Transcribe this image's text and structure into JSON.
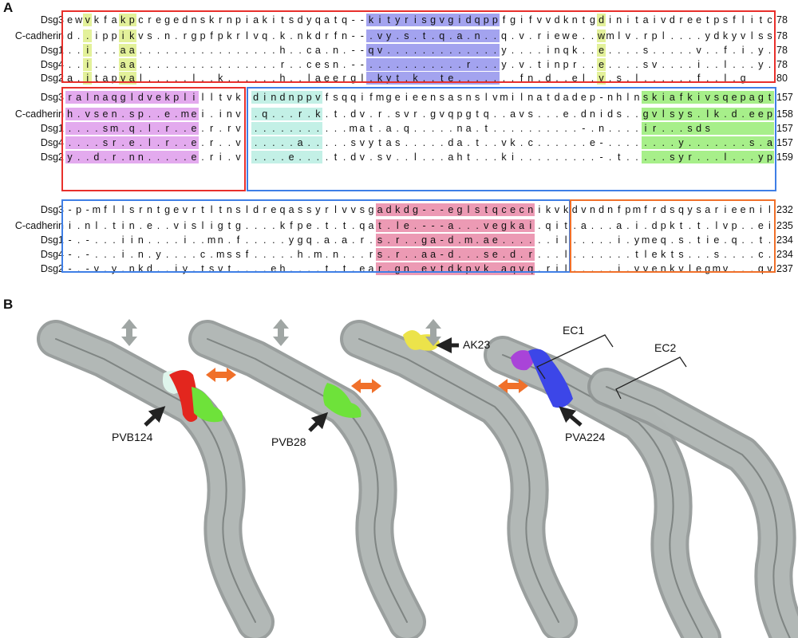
{
  "panel_a_label": "A",
  "panel_b_label": "B",
  "colors": {
    "yellow": "#e3f19a",
    "blue": "#a3a3ef",
    "magenta": "#e3aaee",
    "cyan": "#c3f0e6",
    "green": "#a7ef8a",
    "pink": "#ec9ab4",
    "red_box": "#e8302c",
    "blue_box": "#3f7fe6",
    "orange_box": "#f0702a"
  },
  "alignment": [
    {
      "rows": [
        {
          "name": "Dsg3",
          "seq": "ewvkfakpcregednskrnpiakitsdyqatq--kityrisgvgidqppfgifvvdkntgdinitaivdreetpsflitc",
          "end": "78"
        },
        {
          "name": "C-cadherin",
          "seq": "d..ippikvs.n.rgpfpkrlvq.k.nkdrfn--.vy.s.t.q.a.n..q.v.riewe..wmlv.rpl....ydkyvlss",
          "end": "78"
        },
        {
          "name": "Dsg1",
          "seq": "..i...aa................h..ca.n.--qv.............y....inqk..e....s.....v..f.i.y.",
          "end": "78"
        },
        {
          "name": "Dsg4",
          "seq": "..i...aa................r..cesn.--...........r...y.v.tinpr..e....sv....i..l...y.",
          "end": "78"
        },
        {
          "name": "Dsg2",
          "seq": "a.itapval.....l..k......h..laeergl.kyt.k..te.......fn.d..el.v.s.l......f..l.g",
          "end": "80"
        }
      ],
      "highlights": [
        [
          2,
          2,
          "yellow"
        ],
        [
          6,
          7,
          "yellow"
        ],
        [
          34,
          48,
          "blue"
        ],
        [
          60,
          60,
          "yellow"
        ]
      ]
    },
    {
      "rows": [
        {
          "name": "Dsg3",
          "seq": "ralnaqgldvekplilltvk dindnppvfsqqifmgeieensasnslvmilnatdadep-nhlnskiafkivsqepagt",
          "end": "157"
        },
        {
          "name": "C-cadherin",
          "seq": "h.vsen.sp..e.mei.inv .q...r.k.t.dv.r.svr.gvqpgtq..avs...e.dnids..gvlsys.lk.d.eep",
          "end": "158"
        },
        {
          "name": "Dsg1",
          "seq": "....sm.q.l.r..e.r.rv ...........mat.a.q.....na.t..........-.n....ir...sds",
          "end": "157"
        },
        {
          "name": "Dsg4",
          "seq": "....sr.e.l.r..e.r..v .....a.....svytas.....da.t..vk.c......e-........y.......s.a",
          "end": "157"
        },
        {
          "name": "Dsg2",
          "seq": "y..d.r.nn.....e.ri.v ....e....t.dv.sv..l...aht...ki.........-.t.....syr...l...yp",
          "end": "159"
        }
      ],
      "highlights": [
        [
          0,
          14,
          "magenta"
        ],
        [
          21,
          28,
          "cyan"
        ],
        [
          65,
          79,
          "green"
        ]
      ]
    },
    {
      "rows": [
        {
          "name": "Dsg3",
          "seq": "-p-mfllsrntgevrtltnsldreqassyrlvvsgadkdg---eglstqcecnikvkdvndnfpmfrdsqysarieenil",
          "end": "232"
        },
        {
          "name": "C-cadherin",
          "seq": "i.nl.tin.e..visligtg....kfpe.t.t.qat.le.---a...vegkai.qit.a...a.i.dpkt.t.lvp..ei",
          "end": "235"
        },
        {
          "name": "Dsg1",
          "seq": "-.-...iin....i..mn.f.....ygq.a.a.r.s.r..ga-d.m.ae......il.....i.ymeq.s.tie.q..t.",
          "end": "234"
        },
        {
          "name": "Dsg4",
          "seq": "-.-...i.n.y....c.mssf.....h.m.n...rs.r..aa-d...se.d.r...l.......tlekts...s....c.",
          "end": "234"
        },
        {
          "name": "Dsg2",
          "seq": "-.-v.y.nkd..iy.tsvt....eh....t.t.ear.gn.evtdkpvk.aqvq.ril.....i.vvenkvlegmv...qv",
          "end": "237"
        }
      ],
      "highlights": [
        [
          35,
          52,
          "pink"
        ]
      ]
    }
  ],
  "labels": {
    "pvb124": "PVB124",
    "pvb28": "PVB28",
    "ak23": "AK23",
    "pva224": "PVA224",
    "ec1": "EC1",
    "ec2": "EC2"
  }
}
